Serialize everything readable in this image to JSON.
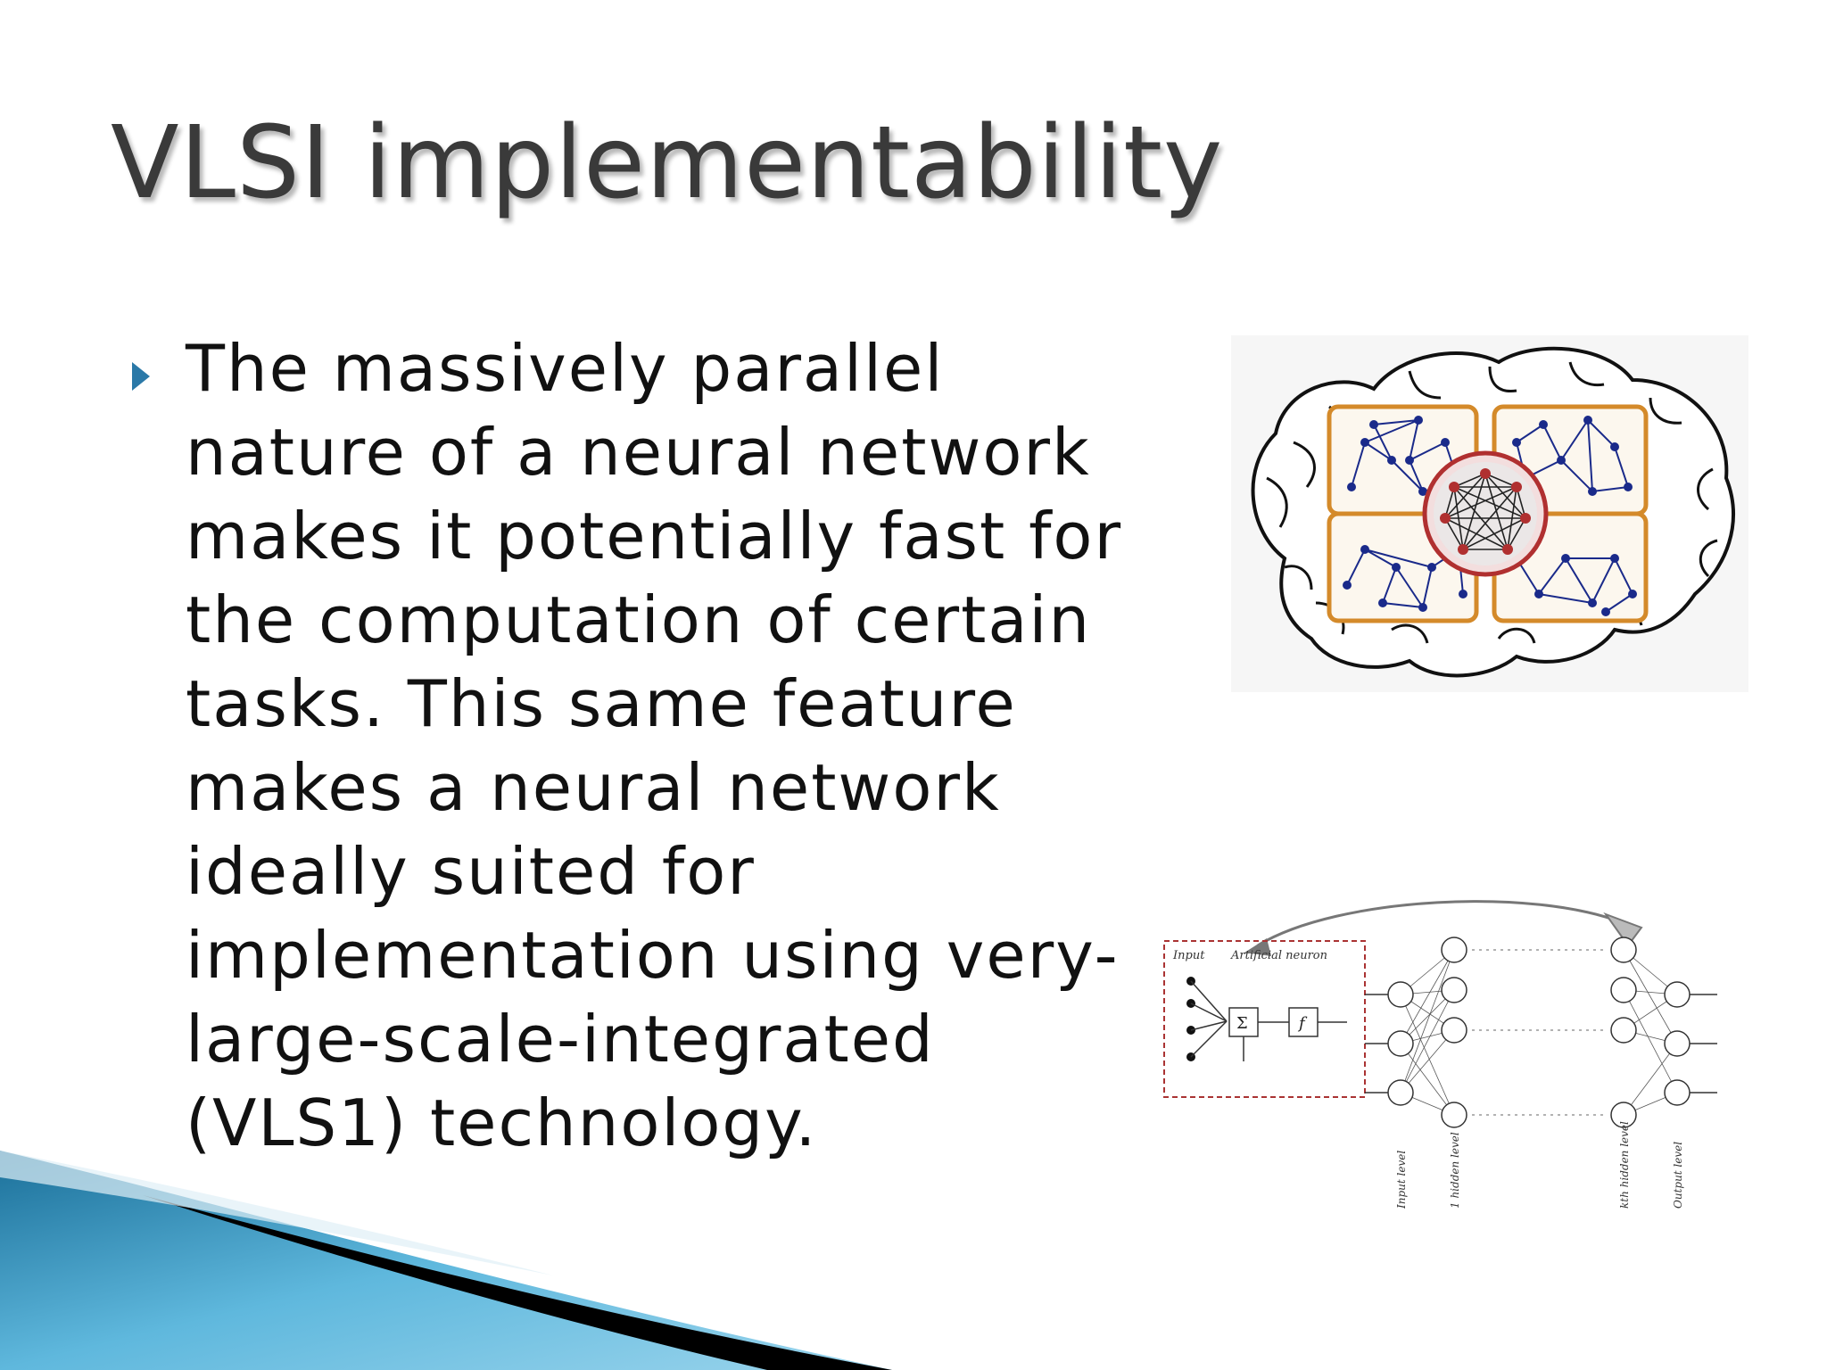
{
  "slide": {
    "title": "VLSI implementability",
    "bullets": [
      {
        "icon": "triangle-bullet-icon",
        "text": "The massively parallel\nnature of a neural network\nmakes it potentially fast for\nthe computation of certain\ntasks. This same feature\nmakes a neural network\nideally suited for\nimplementation using very-\nlarge-scale-integrated\n(VLS1) technology."
      }
    ]
  },
  "figures": {
    "ann": {
      "input_label": "Input",
      "neuron_label": "Artificial neuron",
      "sum_symbol": "Σ",
      "activation_symbol": "f",
      "level_labels": [
        "Input level",
        "1 hidden level",
        "kth hidden level",
        "Output level"
      ]
    }
  },
  "colors": {
    "title": "#3a3a3a",
    "text": "#111111",
    "bullet": "#2b79a8",
    "module_border": "#d48a2a",
    "node": "#1a2a8a",
    "hub": "#b03030",
    "swoosh_light": "#5fb8dd",
    "swoosh_dark": "#1a6f99"
  }
}
